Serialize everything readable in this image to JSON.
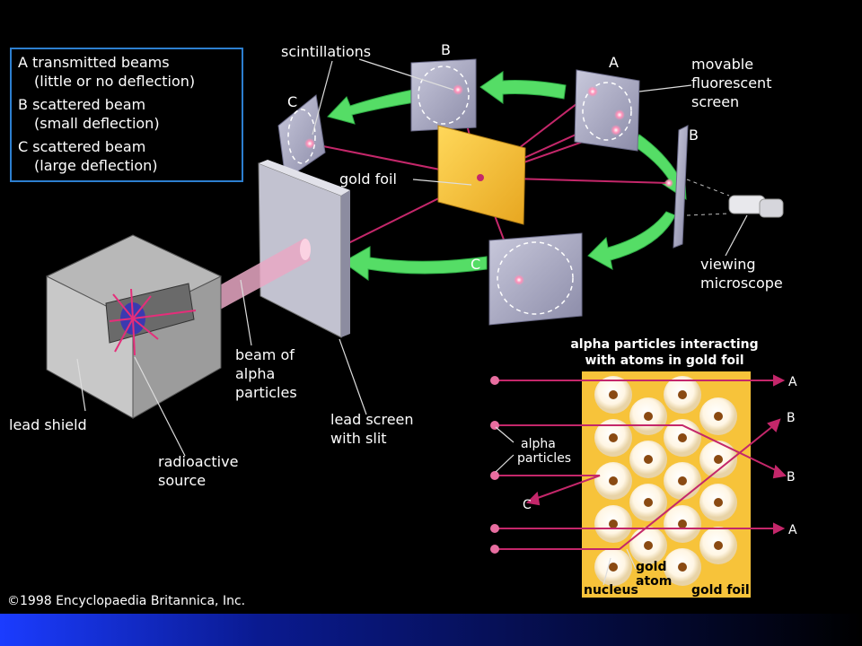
{
  "legend": {
    "line1": "A transmitted beams",
    "line2": "(little or no deflection)",
    "line3": "B scattered beam",
    "line4": "(small deflection)",
    "line5": "C scattered beam",
    "line6": "(large deflection)"
  },
  "labels": {
    "scintillations": "scintillations",
    "movable1": "movable",
    "movable2": "fluorescent",
    "movable3": "screen",
    "gold_foil": "gold foil",
    "screen_A": "A",
    "screen_B_top": "B",
    "screen_C_left": "C",
    "screen_B_right": "B",
    "screen_C_bottom": "C",
    "viewing1": "viewing",
    "viewing2": "microscope",
    "beam1": "beam of",
    "beam2": "alpha",
    "beam3": "particles",
    "lead_shield": "lead shield",
    "radio1": "radioactive",
    "radio2": "source",
    "leadscreen1": "lead screen",
    "leadscreen2": "with slit",
    "copyright": "©1998 Encyclopaedia Britannica, Inc."
  },
  "inset": {
    "title1": "alpha particles interacting",
    "title2": "with atoms in gold foil",
    "A_top": "A",
    "B_top": "B",
    "B_right": "B",
    "A_bottom": "A",
    "C": "C",
    "alpha1": "alpha",
    "alpha2": "particles",
    "gold": "gold",
    "atom": "atom",
    "nucleus": "nucleus",
    "gold_foil": "gold foil"
  },
  "colors": {
    "background": "#000000",
    "legend_border": "#2d7fd0",
    "beam": "#c4276a",
    "arrow": "#55dd66",
    "foil": "#f6c23c",
    "inset_fill": "#f7c33a",
    "nucleus": "#8a4a12"
  }
}
